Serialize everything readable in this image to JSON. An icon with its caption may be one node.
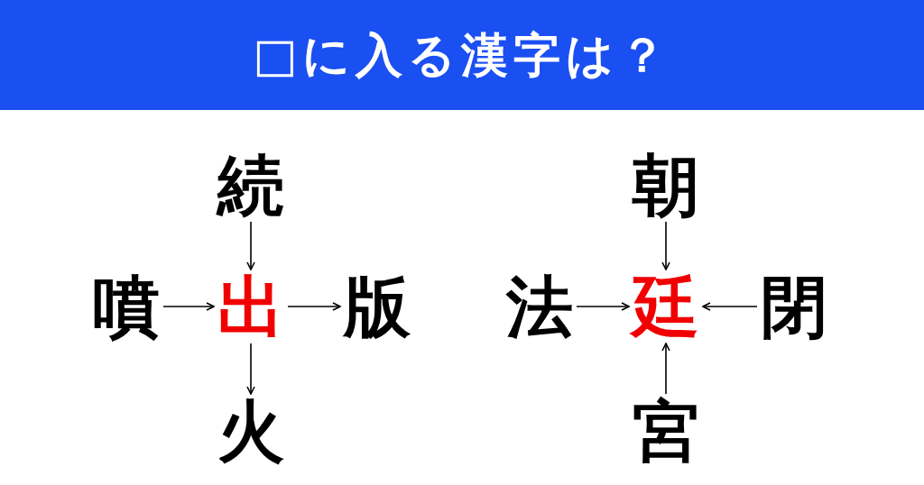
{
  "diagram": {
    "title": "□に入る漢字は？",
    "nodes": [
      {
        "text": [
          "続"
        ]
      },
      {
        "text": [
          "噴"
        ]
      },
      {
        "text": [
          "出"
        ]
      },
      {
        "text": [
          "版"
        ]
      },
      {
        "text": [
          "火"
        ]
      },
      {
        "text": [
          "朝"
        ]
      },
      {
        "text": [
          "法"
        ]
      },
      {
        "text": [
          "廷"
        ]
      },
      {
        "text": [
          "閉"
        ]
      },
      {
        "text": [
          "宮"
        ]
      }
    ],
    "edges": [
      {
        "from": 0,
        "to": 2,
        "arrow": "to"
      },
      {
        "from": 1,
        "to": 2,
        "arrow": "to"
      },
      {
        "from": 2,
        "to": 3,
        "arrow": "to"
      },
      {
        "from": 2,
        "to": 4,
        "arrow": "to"
      },
      {
        "from": 5,
        "to": 7,
        "arrow": "to"
      },
      {
        "from": 6,
        "to": 7,
        "arrow": "to"
      },
      {
        "from": 8,
        "to": 7,
        "arrow": "to"
      },
      {
        "from": 9,
        "to": 7,
        "arrow": "to"
      }
    ]
  }
}
